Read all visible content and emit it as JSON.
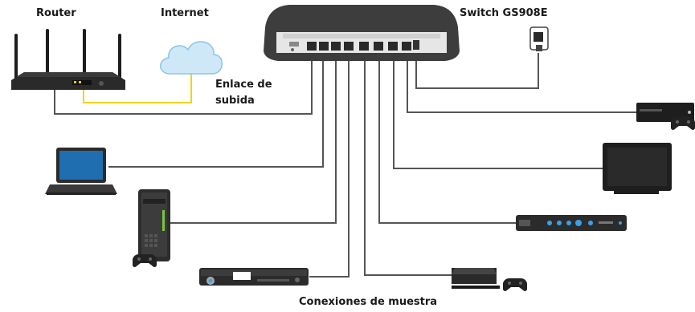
{
  "labels": {
    "router": "Router",
    "internet": "Internet",
    "switch": "Switch GS908E",
    "uplink_line1": "Enlace de",
    "uplink_line2": "subida",
    "footer": "Conexiones de muestra"
  },
  "colors": {
    "cable": "#555555",
    "internet_cable": "#f2d21c",
    "cloud_fill": "#cfe8f8",
    "cloud_stroke": "#8ec4e6",
    "switch_body": "#3d3d3d",
    "screen_blue": "#1f6fb0",
    "led_blue": "#3aa0e8"
  },
  "icons": [
    "router-icon",
    "cloud-icon",
    "switch-icon",
    "power-adapter-icon",
    "laptop-icon",
    "desktop-tower-icon",
    "gamepad-icon",
    "dvd-player-icon",
    "game-console-icon",
    "media-receiver-icon",
    "monitor-icon",
    "xbox-console-icon"
  ]
}
